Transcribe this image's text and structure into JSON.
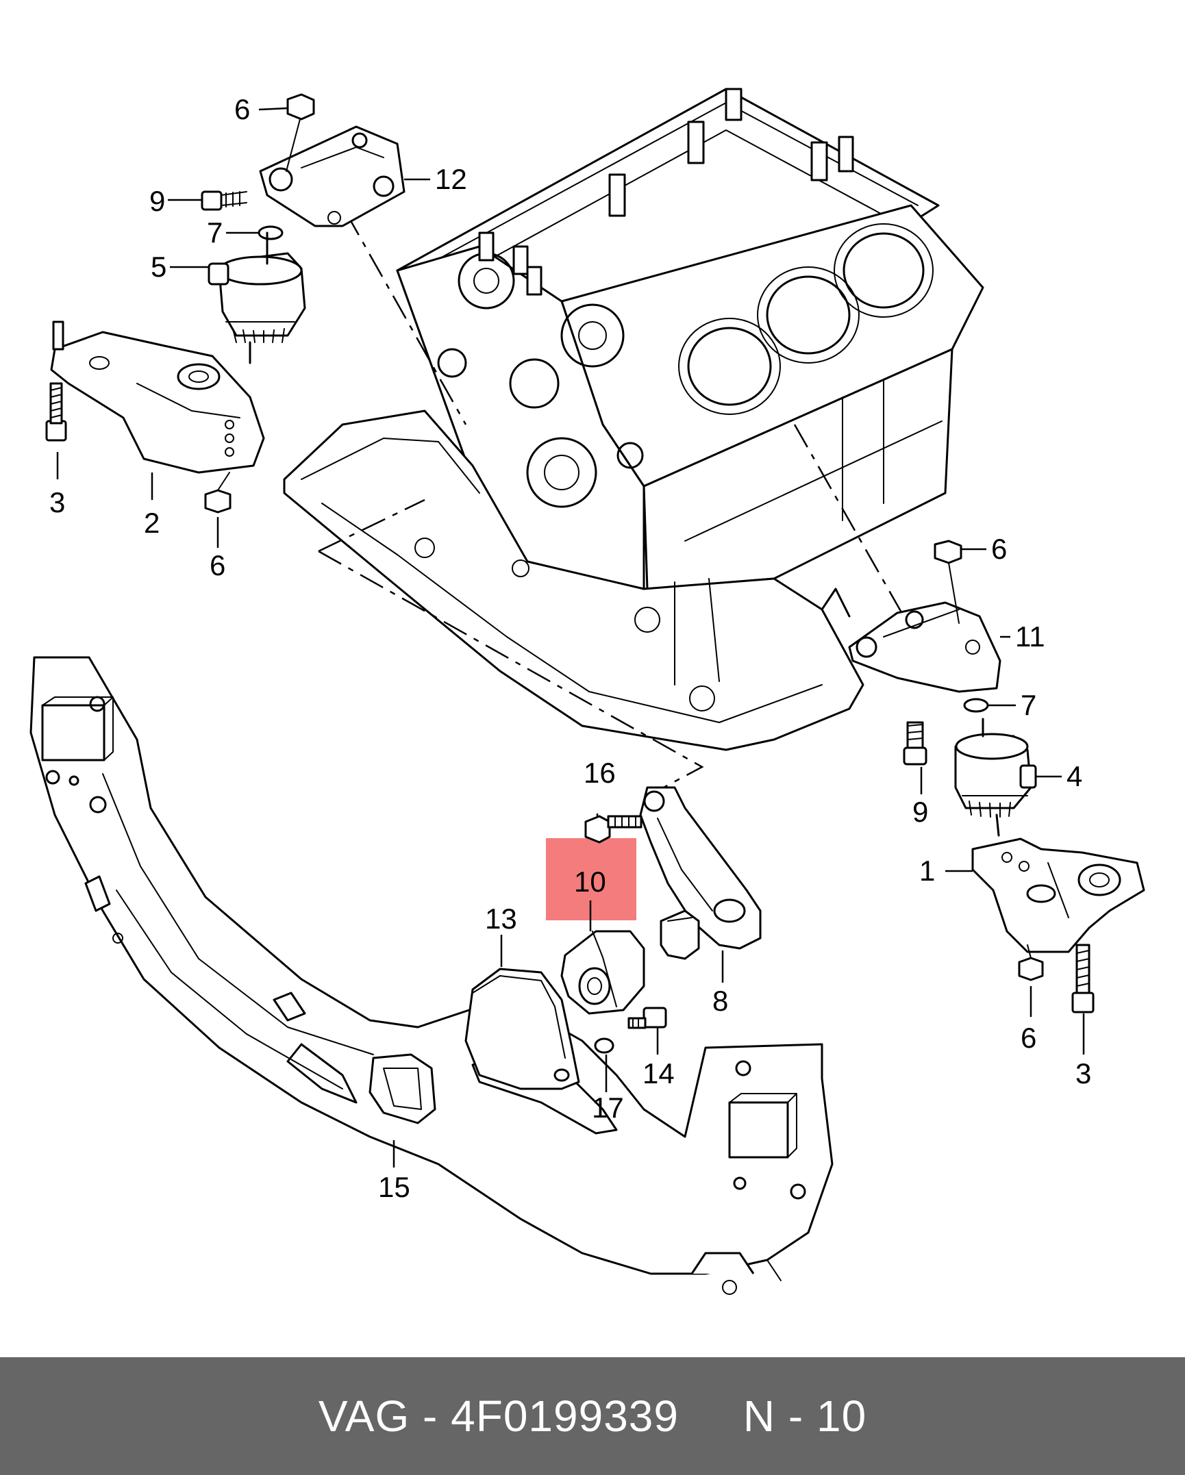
{
  "footer": {
    "brand": "VAG",
    "part_number": "4F0199339",
    "position": "N - 10"
  },
  "highlight_color": "#f47c7c",
  "footer_color": "#666666",
  "callouts": {
    "c1": "1",
    "c2": "2",
    "c3a": "3",
    "c3b": "3",
    "c4": "4",
    "c5": "5",
    "c6a": "6",
    "c6b": "6",
    "c6c": "6",
    "c6d": "6",
    "c7a": "7",
    "c7b": "7",
    "c8": "8",
    "c9a": "9",
    "c9b": "9",
    "c10": "10",
    "c11": "11",
    "c12": "12",
    "c13": "13",
    "c14": "14",
    "c15": "15",
    "c16": "16",
    "c17": "17"
  }
}
